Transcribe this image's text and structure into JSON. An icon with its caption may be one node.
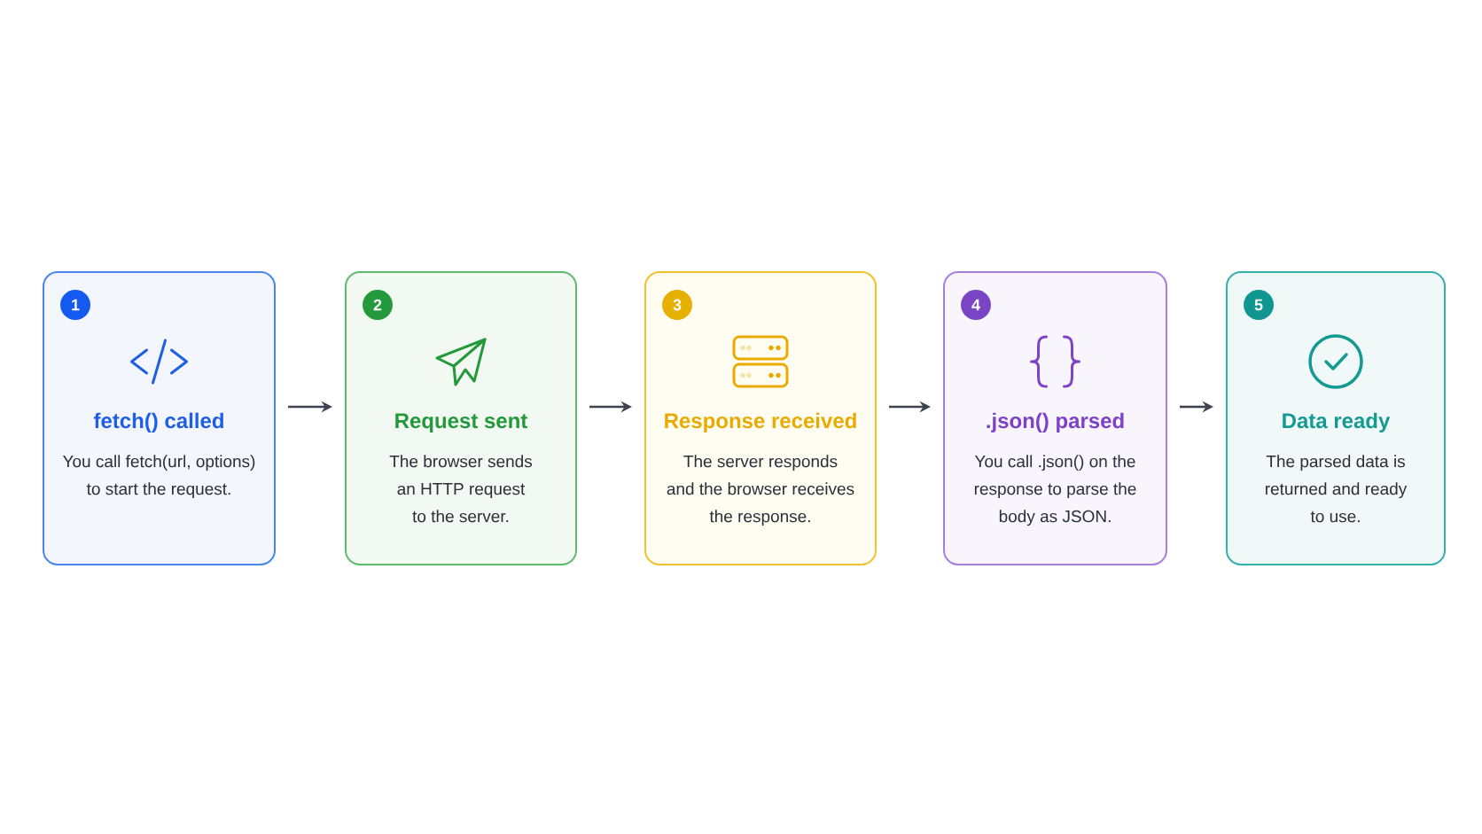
{
  "diagram": {
    "nodes": [
      {
        "text": [
          "fetch() called",
          "You call fetch(url, options) to start the request."
        ]
      },
      {
        "text": [
          "1"
        ],
        "in": 0
      },
      {
        "text": [
          "Request sent",
          "The browser sends an HTTP request to the server."
        ]
      },
      {
        "text": [
          "2"
        ],
        "in": 2
      },
      {
        "text": [
          "Response received",
          "The server responds and the browser receives the response."
        ]
      },
      {
        "text": [
          "3"
        ],
        "in": 4
      },
      {
        "text": [
          ".json() parsed",
          "You call .json() on the response to parse the body as JSON."
        ]
      },
      {
        "text": [
          "4"
        ],
        "in": 6
      },
      {
        "text": [
          "Data ready",
          "The parsed data is returned and ready to use."
        ]
      },
      {
        "text": [
          "5"
        ],
        "in": 8
      }
    ],
    "edges": [
      {
        "from": 0,
        "to": 2,
        "arrow": "to"
      },
      {
        "from": 2,
        "to": 4,
        "arrow": "to"
      },
      {
        "from": 4,
        "to": 6,
        "arrow": "to"
      },
      {
        "from": 6,
        "to": 8,
        "arrow": "to"
      }
    ]
  }
}
